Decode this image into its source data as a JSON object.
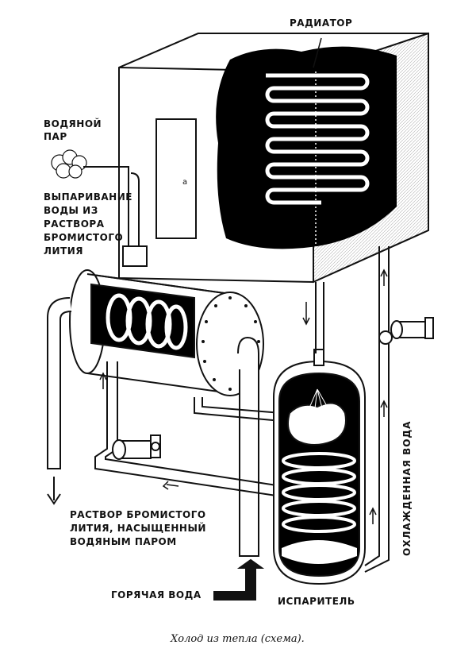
{
  "labels": {
    "radiator": "РАДИАТОР",
    "water_vapor": "ВОДЯНОЙ\nПАР",
    "evaporation": "ВЫПАРИВАНИЕ\nВОДЫ ИЗ\nРАСТВОРА\nБРОМИСТОГО\nЛИТИЯ",
    "solution": "РАСТВОР БРОМИСТОГО\nЛИТИЯ, НАСЫЩЕННЫЙ\nВОДЯНЫМ ПАРОМ",
    "hot_water": "ГОРЯЧАЯ ВОДА",
    "evaporator": "ИСПАРИТЕЛЬ",
    "chilled_water": "ОХЛАЖДЕННАЯ ВОДА"
  },
  "caption": "Холод из тепла (схема)."
}
